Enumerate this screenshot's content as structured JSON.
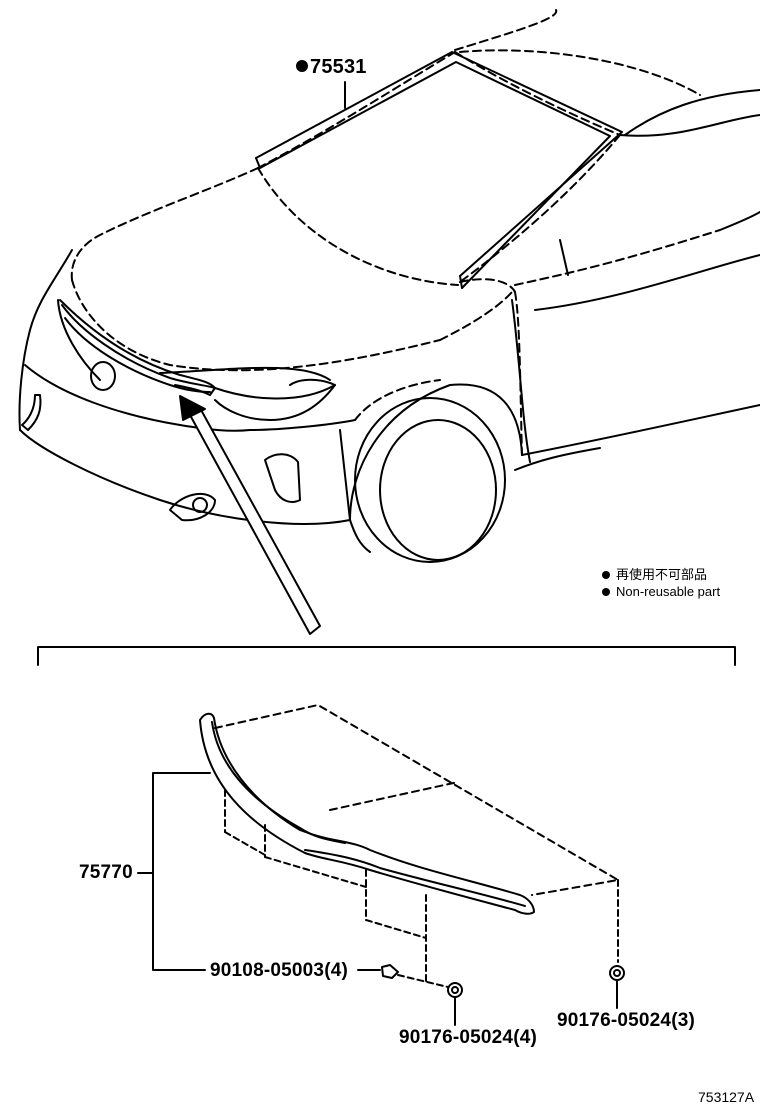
{
  "parts": {
    "windshield_molding": {
      "label": "75531",
      "non_reusable": true
    },
    "hood_molding": {
      "label": "75770"
    },
    "clip_a": {
      "label": "90108-05003(4)"
    },
    "clip_b": {
      "label": "90176-05024(4)"
    },
    "clip_c": {
      "label": "90176-05024(3)"
    }
  },
  "legend": {
    "line_jp": "再使用不可部品",
    "line_en": "Non-reusable part"
  },
  "diagram_code": "753127A"
}
